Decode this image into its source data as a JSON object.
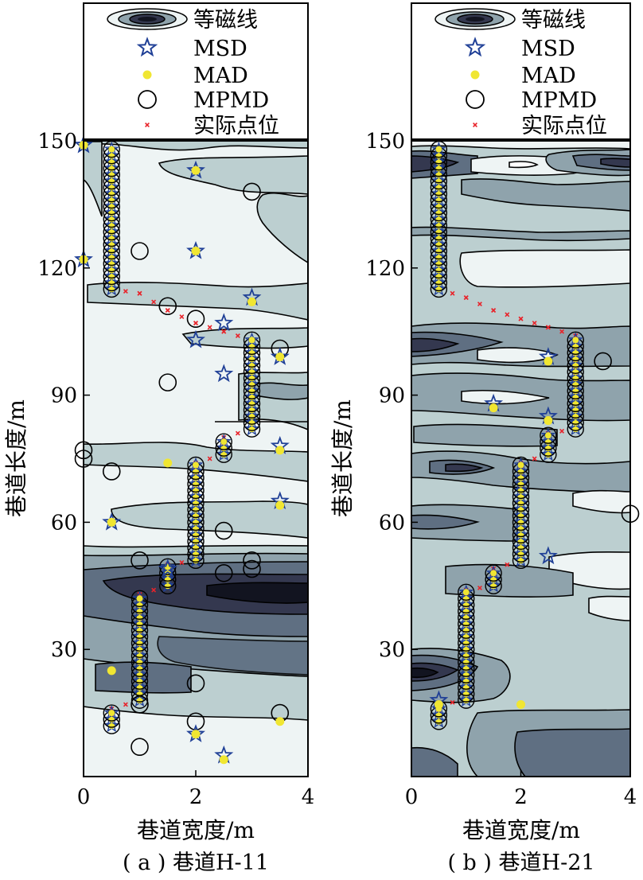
{
  "legend": {
    "items": [
      {
        "symbol": "contour-swatch",
        "label": "等磁线"
      },
      {
        "symbol": "blue-star",
        "label": "MSD"
      },
      {
        "symbol": "yellow-dot",
        "label": "MAD"
      },
      {
        "symbol": "open-circle",
        "label": "MPMD"
      },
      {
        "symbol": "red-x",
        "label": "实际点位"
      }
    ]
  },
  "colors": {
    "msd_star": "#1f3f96",
    "mad_dot": "#f0e632",
    "mpmd_circle": "#000000",
    "actual_mark": "#e8232a",
    "contour_levels": [
      "#eef4f4",
      "#bccfd0",
      "#8fa3ac",
      "#5f6f82",
      "#34384f",
      "#121420"
    ]
  },
  "chart_data": [
    {
      "type": "scatter",
      "panel": "a",
      "caption": "( a ) 巷道H-11",
      "xlabel": "巷道宽度/m",
      "ylabel": "巷道长度/m",
      "xlim": [
        0,
        4
      ],
      "ylim": [
        0,
        150
      ],
      "xticks": [
        "0",
        "2",
        "4"
      ],
      "yticks": [
        "30",
        "60",
        "90",
        "120",
        "150"
      ],
      "background": "magnetic contour map (等磁线)",
      "actual_path": [
        [
          0.5,
          148
        ],
        [
          0.5,
          115
        ],
        [
          1.0,
          114
        ],
        [
          1.5,
          110
        ],
        [
          2.0,
          107
        ],
        [
          2.5,
          105
        ],
        [
          3.0,
          103
        ],
        [
          3.0,
          82
        ],
        [
          2.5,
          80
        ],
        [
          2.5,
          76
        ],
        [
          2.0,
          74
        ],
        [
          2.0,
          51
        ],
        [
          1.5,
          50
        ],
        [
          1.5,
          45
        ],
        [
          1.0,
          43
        ],
        [
          1.0,
          18
        ],
        [
          0.5,
          16
        ],
        [
          0.5,
          12
        ]
      ],
      "series": [
        {
          "name": "MSD",
          "points": [
            [
              0.0,
              149
            ],
            [
              0.0,
              122
            ],
            [
              2.0,
              143
            ],
            [
              2.0,
              124
            ],
            [
              3.0,
              113
            ],
            [
              2.0,
              103
            ],
            [
              2.5,
              95
            ],
            [
              3.5,
              99
            ],
            [
              3.5,
              78
            ],
            [
              3.5,
              65
            ],
            [
              0.5,
              60
            ],
            [
              2.5,
              5
            ],
            [
              2.0,
              10
            ],
            [
              1.5,
              49
            ],
            [
              2.5,
              107
            ]
          ]
        },
        {
          "name": "MAD",
          "points": [
            [
              0.0,
              149
            ],
            [
              0.0,
              122
            ],
            [
              2.0,
              143
            ],
            [
              2.0,
              124
            ],
            [
              3.0,
              112
            ],
            [
              3.5,
              99
            ],
            [
              1.5,
              74
            ],
            [
              3.5,
              77
            ],
            [
              3.5,
              64
            ],
            [
              0.5,
              60
            ],
            [
              0.5,
              25
            ],
            [
              3.5,
              13
            ],
            [
              2.0,
              10
            ],
            [
              2.5,
              4
            ]
          ]
        },
        {
          "name": "MPMD",
          "points": [
            [
              1.0,
              124
            ],
            [
              1.5,
              111
            ],
            [
              2.0,
              108
            ],
            [
              3.0,
              138
            ],
            [
              1.5,
              93
            ],
            [
              3.5,
              101
            ],
            [
              0.0,
              77
            ],
            [
              0.0,
              75
            ],
            [
              0.5,
              72
            ],
            [
              2.5,
              58
            ],
            [
              1.0,
              51
            ],
            [
              2.5,
              48
            ],
            [
              3.0,
              49
            ],
            [
              3.0,
              51
            ],
            [
              2.0,
              22
            ],
            [
              1.0,
              17
            ],
            [
              2.0,
              13
            ],
            [
              3.5,
              15
            ],
            [
              1.0,
              7
            ]
          ]
        }
      ]
    },
    {
      "type": "scatter",
      "panel": "b",
      "caption": "( b ) 巷道H-21",
      "xlabel": "巷道宽度/m",
      "ylabel": "巷道长度/m",
      "xlim": [
        0,
        4
      ],
      "ylim": [
        0,
        150
      ],
      "xticks": [
        "0",
        "2",
        "4"
      ],
      "yticks": [
        "30",
        "60",
        "90",
        "120",
        "150"
      ],
      "background": "magnetic contour map (等磁线)",
      "actual_path": [
        [
          0.5,
          148
        ],
        [
          0.5,
          115
        ],
        [
          1.0,
          113
        ],
        [
          1.5,
          110
        ],
        [
          2.0,
          108
        ],
        [
          2.5,
          106
        ],
        [
          3.0,
          104
        ],
        [
          3.0,
          82
        ],
        [
          2.5,
          81
        ],
        [
          2.5,
          76
        ],
        [
          2.0,
          74
        ],
        [
          2.0,
          51
        ],
        [
          1.5,
          49
        ],
        [
          1.5,
          45
        ],
        [
          1.0,
          44
        ],
        [
          1.0,
          18
        ],
        [
          0.5,
          17
        ],
        [
          0.5,
          13
        ]
      ],
      "series": [
        {
          "name": "MSD",
          "points": [
            [
              1.5,
              88
            ],
            [
              2.5,
              99
            ],
            [
              2.5,
              85
            ],
            [
              2.5,
              52
            ],
            [
              0.5,
              18
            ]
          ]
        },
        {
          "name": "MAD",
          "points": [
            [
              1.5,
              87
            ],
            [
              2.5,
              98
            ],
            [
              2.5,
              84
            ],
            [
              2.0,
              17
            ],
            [
              0.5,
              17
            ]
          ]
        },
        {
          "name": "MPMD",
          "points": [
            [
              3.5,
              98
            ],
            [
              4.0,
              62
            ]
          ]
        }
      ]
    }
  ]
}
